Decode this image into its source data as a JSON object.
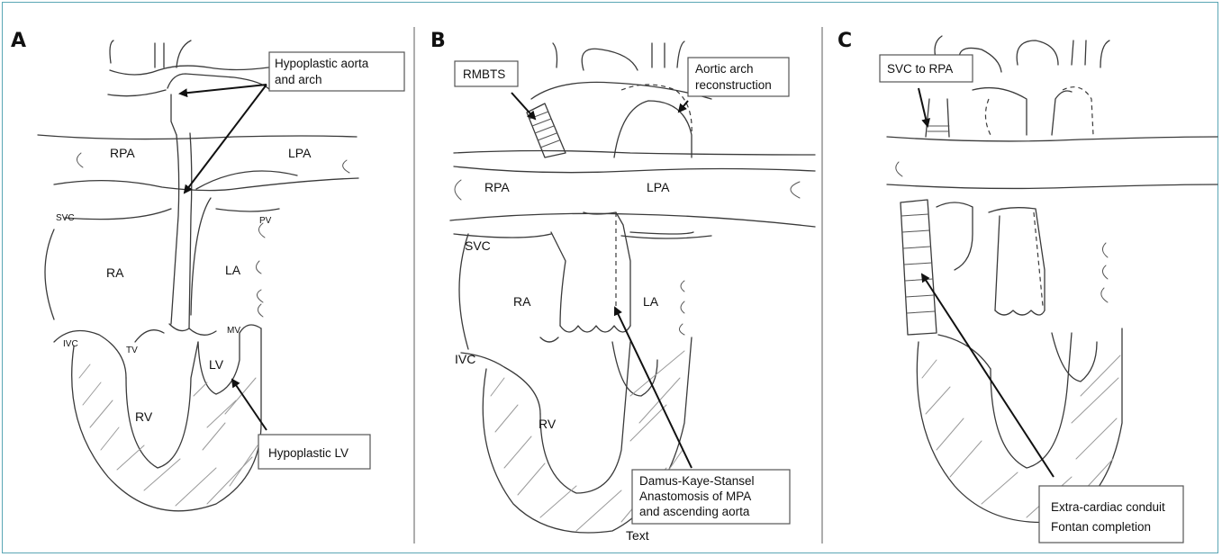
{
  "panels": [
    {
      "letter": "A",
      "anatomy_labels": {
        "rpa": "RPA",
        "lpa": "LPA",
        "svc": "SVC",
        "pv": "PV",
        "ra": "RA",
        "la": "LA",
        "ivc": "IVC",
        "tv": "TV",
        "mv": "MV",
        "lv": "LV",
        "rv": "RV"
      },
      "callouts": {
        "hypoplastic_aorta_line1": "Hypoplastic aorta",
        "hypoplastic_aorta_line2": "and arch",
        "hypoplastic_lv": "Hypoplastic LV"
      }
    },
    {
      "letter": "B",
      "anatomy_labels": {
        "rpa": "RPA",
        "lpa": "LPA",
        "svc": "SVC",
        "ra": "RA",
        "la": "LA",
        "ivc": "IVC",
        "rv": "RV"
      },
      "callouts": {
        "rmbts": "RMBTS",
        "arch_line1": "Aortic arch",
        "arch_line2": "reconstruction",
        "dks_line1": "Damus-Kaye-Stansel",
        "dks_line2": "Anastomosis of MPA",
        "dks_line3": "and ascending aorta"
      },
      "footer_text": "Text"
    },
    {
      "letter": "C",
      "callouts": {
        "svc_rpa": "SVC to RPA",
        "conduit_line1": "Extra-cardiac conduit",
        "conduit_line2": "Fontan completion"
      }
    }
  ],
  "colors": {
    "frame": "#5aa6b5",
    "ink": "#3a3a3a",
    "hatch": "#9a9a9a",
    "divider": "#777777"
  }
}
